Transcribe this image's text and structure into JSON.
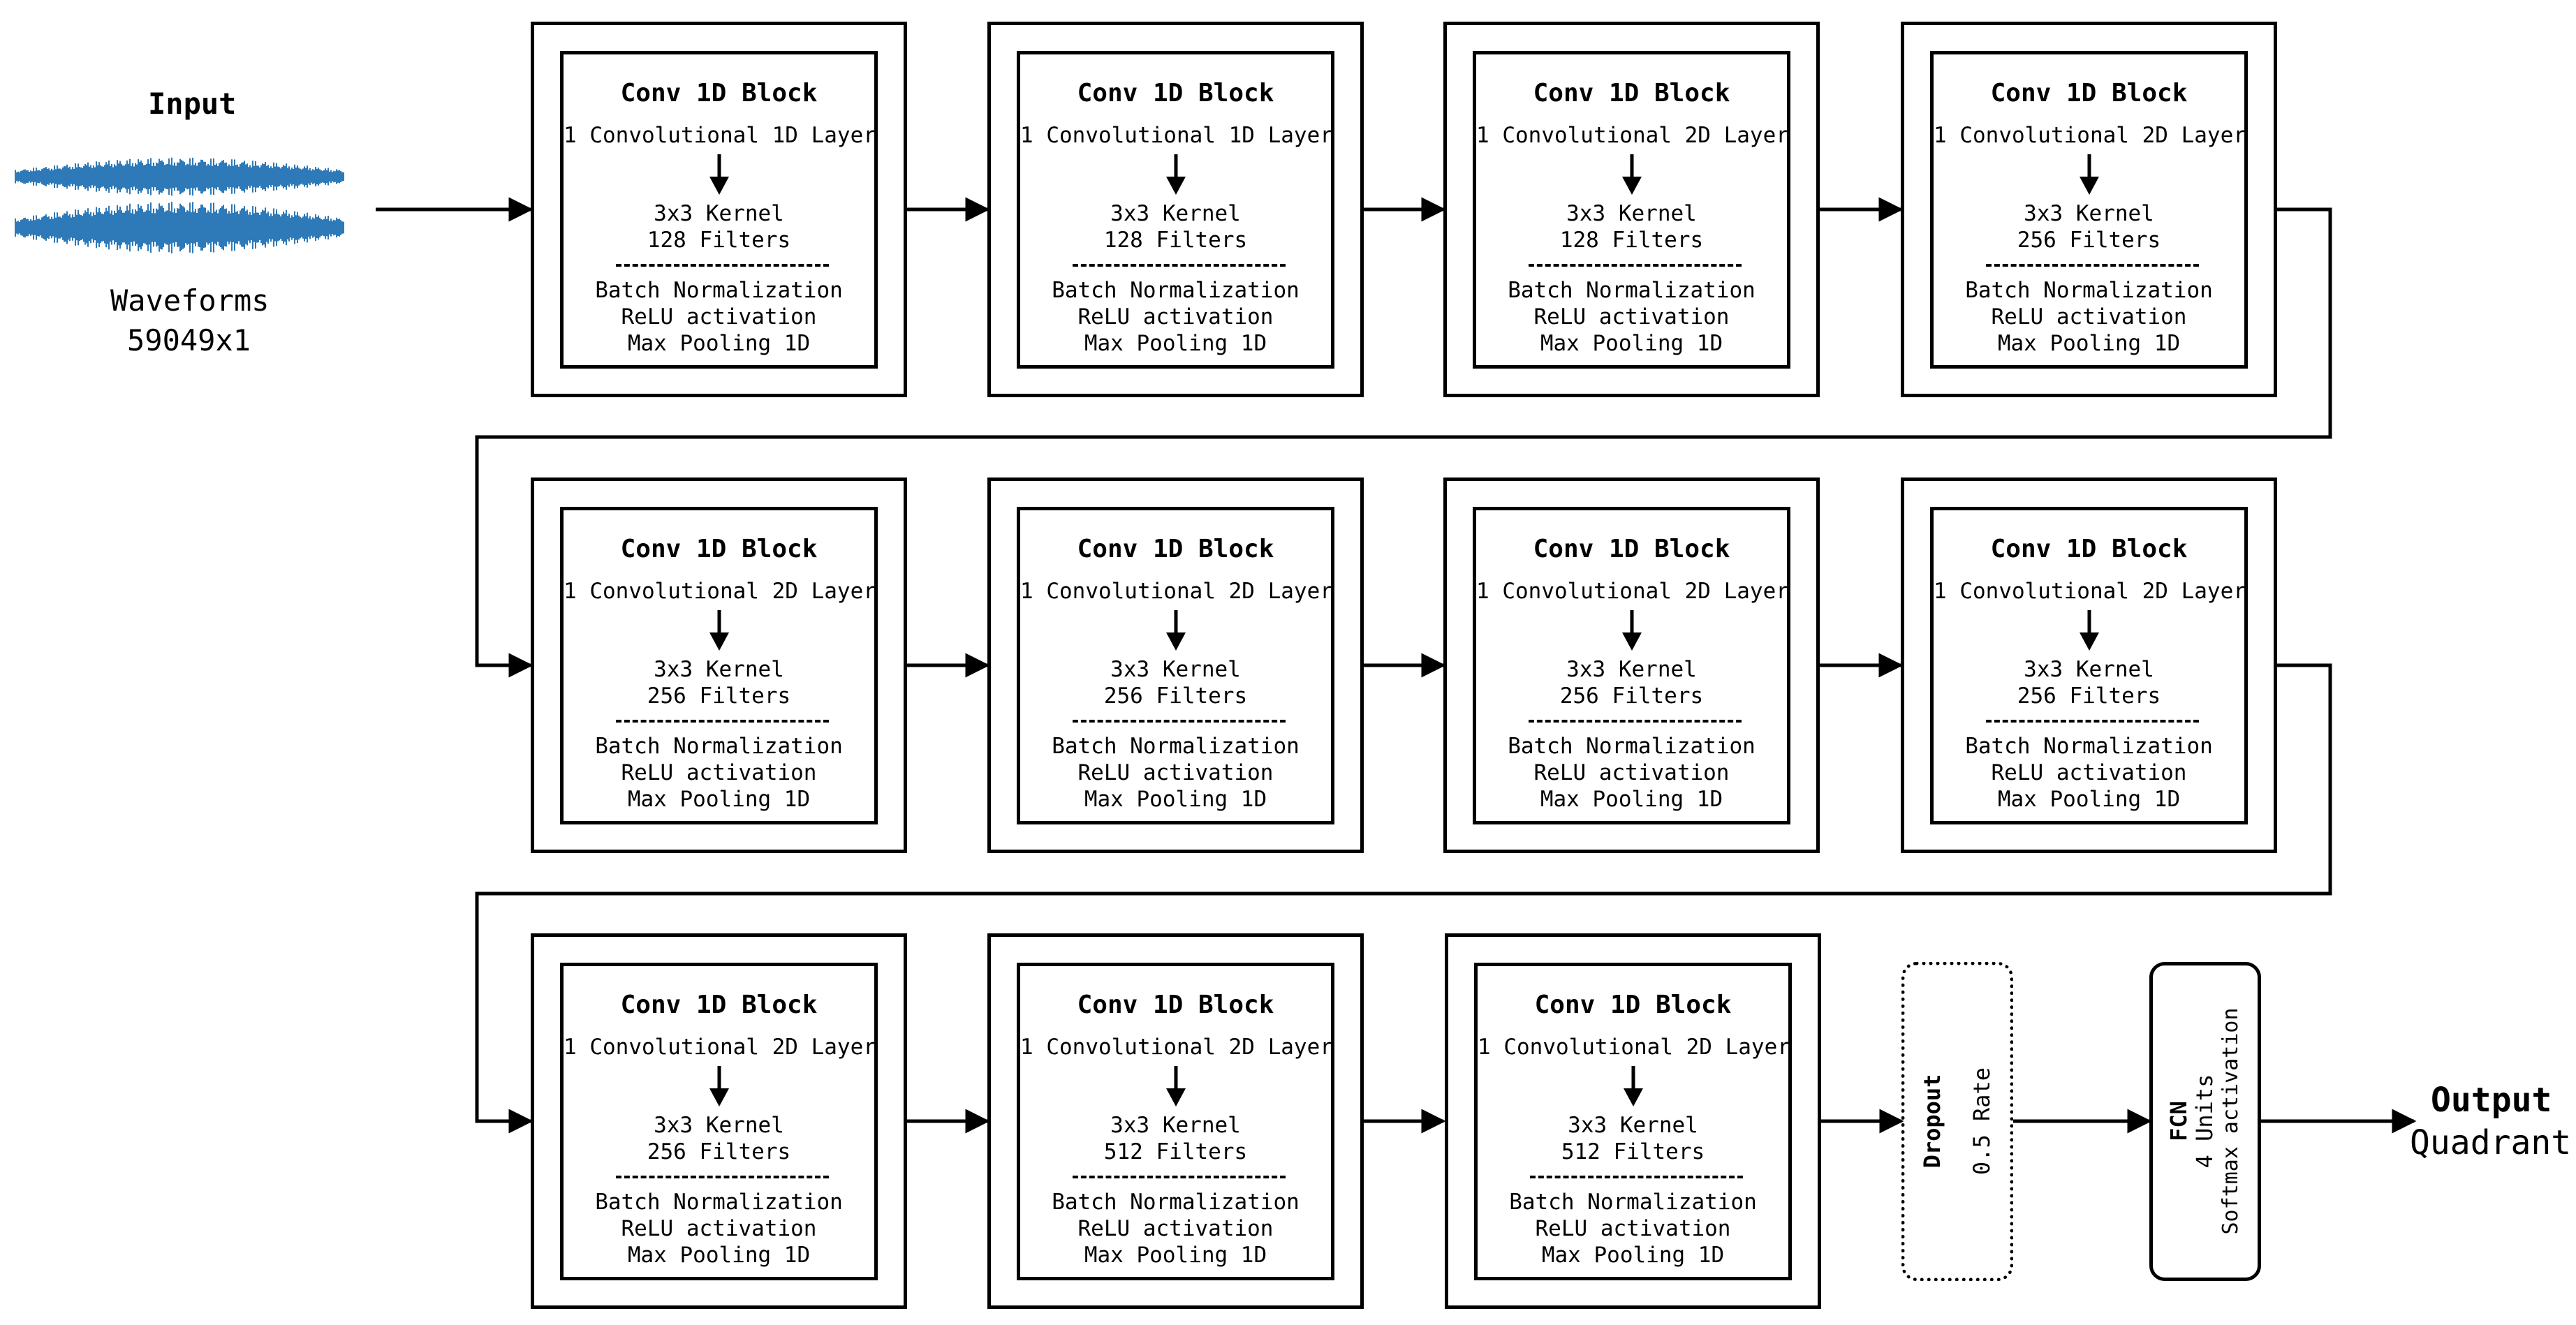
{
  "input": {
    "title": "Input",
    "label1": "Waveforms",
    "label2": "59049x1",
    "color": "#2e7ab8"
  },
  "blocks": [
    {
      "title": "Conv 1D Block",
      "layer": "1 Convolutional 1D Layer",
      "kernel": "3x3 Kernel",
      "filters": "128 Filters",
      "bn": "Batch Normalization",
      "act": "ReLU activation",
      "pool": "Max Pooling 1D"
    },
    {
      "title": "Conv 1D Block",
      "layer": "1 Convolutional 1D Layer",
      "kernel": "3x3 Kernel",
      "filters": "128 Filters",
      "bn": "Batch Normalization",
      "act": "ReLU activation",
      "pool": "Max Pooling 1D"
    },
    {
      "title": "Conv 1D Block",
      "layer": "1 Convolutional 2D Layer",
      "kernel": "3x3 Kernel",
      "filters": "128 Filters",
      "bn": "Batch Normalization",
      "act": "ReLU activation",
      "pool": "Max Pooling 1D"
    },
    {
      "title": "Conv 1D Block",
      "layer": "1 Convolutional 2D Layer",
      "kernel": "3x3 Kernel",
      "filters": "256 Filters",
      "bn": "Batch Normalization",
      "act": "ReLU activation",
      "pool": "Max Pooling 1D"
    },
    {
      "title": "Conv 1D Block",
      "layer": "1 Convolutional 2D Layer",
      "kernel": "3x3 Kernel",
      "filters": "256 Filters",
      "bn": "Batch Normalization",
      "act": "ReLU activation",
      "pool": "Max Pooling 1D"
    },
    {
      "title": "Conv 1D Block",
      "layer": "1 Convolutional 2D Layer",
      "kernel": "3x3 Kernel",
      "filters": "256 Filters",
      "bn": "Batch Normalization",
      "act": "ReLU activation",
      "pool": "Max Pooling 1D"
    },
    {
      "title": "Conv 1D Block",
      "layer": "1 Convolutional 2D Layer",
      "kernel": "3x3 Kernel",
      "filters": "256 Filters",
      "bn": "Batch Normalization",
      "act": "ReLU activation",
      "pool": "Max Pooling 1D"
    },
    {
      "title": "Conv 1D Block",
      "layer": "1 Convolutional 2D Layer",
      "kernel": "3x3 Kernel",
      "filters": "256 Filters",
      "bn": "Batch Normalization",
      "act": "ReLU activation",
      "pool": "Max Pooling 1D"
    },
    {
      "title": "Conv 1D Block",
      "layer": "1 Convolutional 2D Layer",
      "kernel": "3x3 Kernel",
      "filters": "256 Filters",
      "bn": "Batch Normalization",
      "act": "ReLU activation",
      "pool": "Max Pooling 1D"
    },
    {
      "title": "Conv 1D Block",
      "layer": "1 Convolutional 2D Layer",
      "kernel": "3x3 Kernel",
      "filters": "512 Filters",
      "bn": "Batch Normalization",
      "act": "ReLU activation",
      "pool": "Max Pooling 1D"
    },
    {
      "title": "Conv 1D Block",
      "layer": "1 Convolutional 2D Layer",
      "kernel": "3x3 Kernel",
      "filters": "512 Filters",
      "bn": "Batch Normalization",
      "act": "ReLU activation",
      "pool": "Max Pooling 1D"
    }
  ],
  "dropout": {
    "title": "Dropout",
    "rate": "0.5 Rate"
  },
  "fcn": {
    "title": "FCN",
    "units": "4 Units",
    "activation": "Softmax activation"
  },
  "output": {
    "title": "Output",
    "label": "Quadrant"
  }
}
